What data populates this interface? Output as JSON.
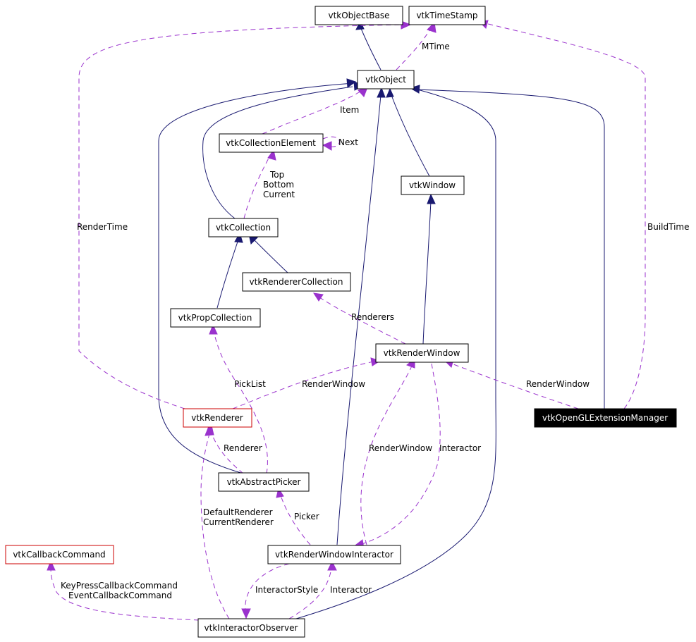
{
  "nodes": {
    "vtkObjectBase": "vtkObjectBase",
    "vtkTimeStamp": "vtkTimeStamp",
    "vtkObject": "vtkObject",
    "vtkCollectionElement": "vtkCollectionElement",
    "vtkWindow": "vtkWindow",
    "vtkCollection": "vtkCollection",
    "vtkRendererCollection": "vtkRendererCollection",
    "vtkPropCollection": "vtkPropCollection",
    "vtkRenderWindow": "vtkRenderWindow",
    "vtkRenderer": "vtkRenderer",
    "vtkOpenGLExtensionManager": "vtkOpenGLExtensionManager",
    "vtkAbstractPicker": "vtkAbstractPicker",
    "vtkCallbackCommand": "vtkCallbackCommand",
    "vtkRenderWindowInteractor": "vtkRenderWindowInteractor",
    "vtkInteractorObserver": "vtkInteractorObserver"
  },
  "edge_labels": {
    "mtime": "MTime",
    "item": "Item",
    "next": "Next",
    "top": "Top",
    "bottom": "Bottom",
    "current": "Current",
    "render_time": "RenderTime",
    "build_time": "BuildTime",
    "renderers": "Renderers",
    "pick_list": "PickList",
    "render_window_renderer": "RenderWindow",
    "render_window_manager": "RenderWindow",
    "renderer": "Renderer",
    "render_window_interactor": "RenderWindow",
    "interactor_rw": "Interactor",
    "default_renderer": "DefaultRenderer",
    "current_renderer": "CurrentRenderer",
    "picker": "Picker",
    "keypress_callback": "KeyPressCallbackCommand",
    "event_callback": "EventCallbackCommand",
    "interactor_style": "InteractorStyle",
    "interactor_obs": "Interactor"
  },
  "colors": {
    "inheritance": "#191970",
    "usage": "#9a32cd",
    "highlight_border": "#cc0000",
    "focus_fill": "#000000"
  }
}
